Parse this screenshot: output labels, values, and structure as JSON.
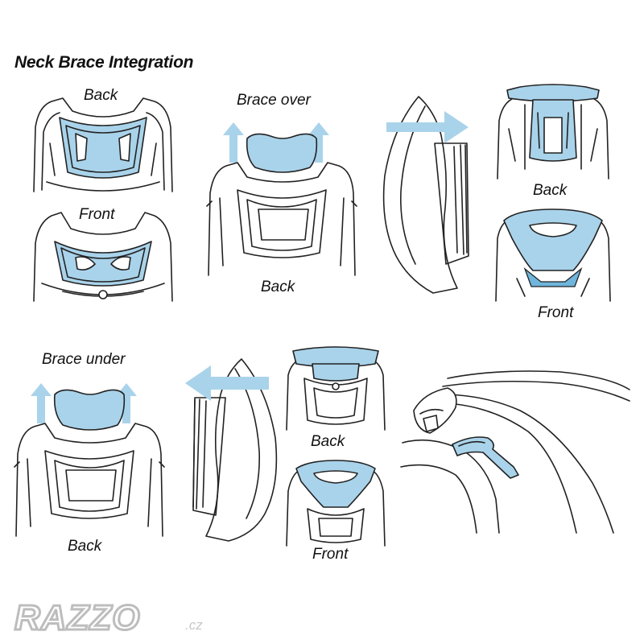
{
  "title": "Neck Brace Integration",
  "labels": {
    "top_left_back": "Back",
    "top_left_front": "Front",
    "brace_over": "Brace over",
    "brace_over_back": "Back",
    "top_right_back": "Back",
    "top_right_front": "Front",
    "brace_under": "Brace under",
    "brace_under_back": "Back",
    "bottom_mid_back": "Back",
    "bottom_mid_front": "Front"
  },
  "logo": {
    "text": "RAZZO",
    "suffix": ".cz"
  },
  "colors": {
    "accent": "#a9d3ea",
    "accent_dark": "#6fb5dc",
    "outline": "#222222",
    "logo": "#c8c8c8"
  }
}
